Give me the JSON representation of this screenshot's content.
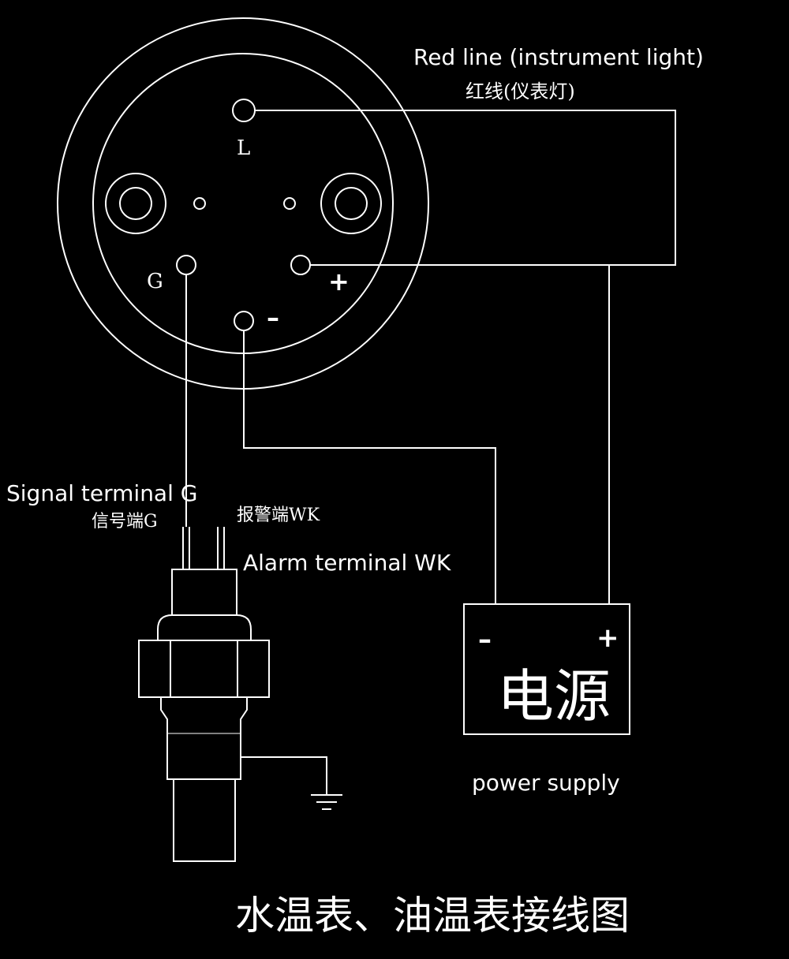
{
  "labels": {
    "red_line_en": "Red line (instrument light)",
    "red_line_cn": "红线(仪表灯)",
    "signal_en": "Signal terminal G",
    "signal_cn": "信号端G",
    "alarm_cn": "报警端WK",
    "alarm_en": "Alarm terminal WK",
    "power_en": "power supply",
    "power_cn": "电源",
    "title_cn": "水温表、油温表接线图"
  },
  "terminals": {
    "L": "L",
    "G": "G",
    "plus": "+",
    "minus": "–"
  },
  "power_terminals": {
    "minus": "–",
    "plus": "+"
  },
  "colors": {
    "background": "#000000",
    "line": "#ffffff"
  }
}
